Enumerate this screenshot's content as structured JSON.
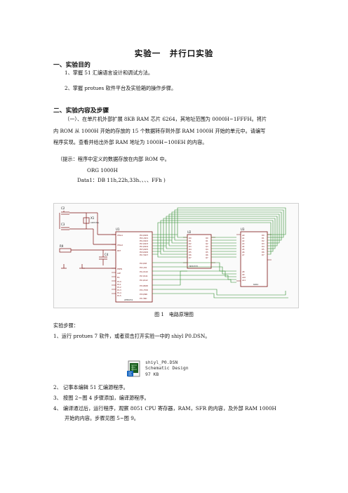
{
  "title": "实验一　并行口实验",
  "section1": {
    "heading": "一、实验目的",
    "items": [
      "1、掌握 51 汇编语言设计和调试方法。",
      "2、掌握 protues 软件平台及实验箱的操作步骤。"
    ]
  },
  "section2": {
    "heading": "二、实验内容及步骤",
    "para_line1": "（一）、在单片机外部扩展 8KB  RAM 芯片 6264，其地址范围为 0000H~1FFFH。将片",
    "para_line2": "内 ROM 从 1000H 开始的存放的 15 个数据转存到外部 RAM  1000H 开始的单元中。请编写",
    "para_line3": "程序实现。查看并给出外部 RAM 地址为 1000H~100EH 的内容。",
    "hint": "（提示：程序中定义的数据存放在内部 ROM 中。",
    "org": "ORG 1000H",
    "data_line": "Data1：DB 11h,22h,33h、、、、FFh )"
  },
  "schematic": {
    "label_c2": "C2",
    "label_c3": "C3",
    "label_x1": "X1",
    "label_crystal": "CRYSTAL",
    "label_u1": "U1",
    "label_u2": "U2",
    "label_u3": "U3",
    "label_r9": "R9",
    "label_c4": "C4",
    "label_74hc373": "74HC373",
    "label_6264": "6264",
    "label_8051": "AT89C51"
  },
  "figure_caption": "图 1　电路原理图",
  "steps_heading": "实验步骤：",
  "step1": "1、运行 protues 7 软件，或者双击打开实验一中的 shiyl  P0.DSN。",
  "file_icon": {
    "icon": "proteus-file-icon",
    "name": "shiyl_P0.DSN",
    "type": "Schematic Design",
    "size": "97 KB"
  },
  "step2": "2、 记事本编辑 51 汇编源程序。",
  "step3": "3、 按图 2~图 4 步骤添加，编译源程序。",
  "step4_line1": "4、 编译通过后，运行程序，观察 8051 CPU 寄存器，RAM，SFR 的内容，及外部 RAM 1000H",
  "step4_line2": "开始的内容。步骤见图 5~图 9。"
}
